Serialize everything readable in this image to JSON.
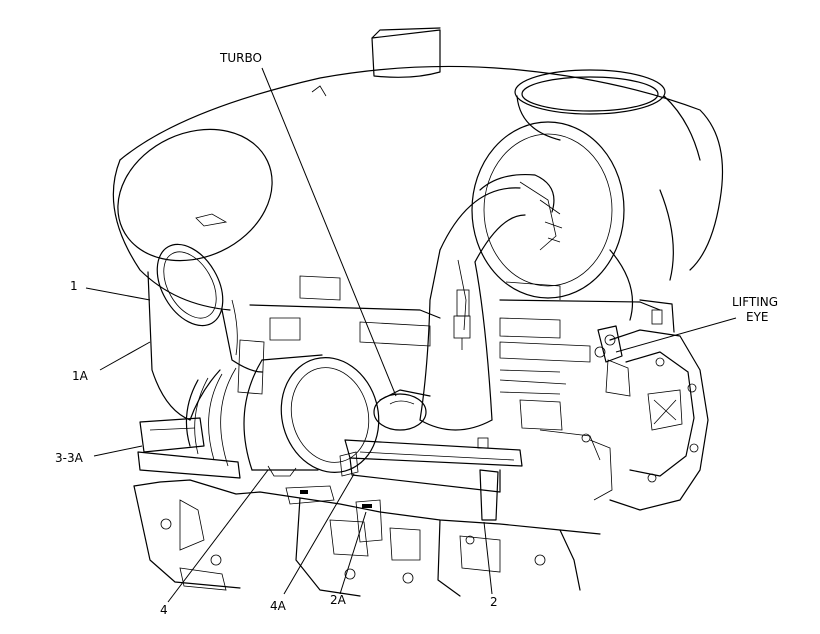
{
  "callouts": {
    "turbo": "TURBO",
    "lifting_eye_line1": "LIFTING",
    "lifting_eye_line2": "EYE",
    "c1": "1",
    "c1a": "1A",
    "c3_3a": "3-3A",
    "c4": "4",
    "c4a": "4A",
    "c2a": "2A",
    "c2": "2"
  }
}
